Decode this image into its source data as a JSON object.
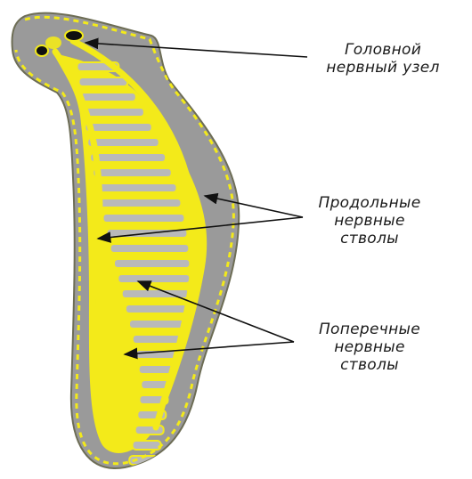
{
  "diagram": {
    "colors": {
      "body_fill": "#9a9a9a",
      "segment_fill": "#b9b9b9",
      "nerve_yellow": "#f3ea1a",
      "outline": "#6d6d55",
      "arrow": "#111111",
      "eye": "#101010"
    },
    "labels": {
      "head_ganglion": [
        "Головной",
        "нервный узел"
      ],
      "longitudinal": [
        "Продольные",
        "нервные",
        "стволы"
      ],
      "transverse": [
        "Поперечные",
        "нервные",
        "стволы"
      ]
    }
  }
}
